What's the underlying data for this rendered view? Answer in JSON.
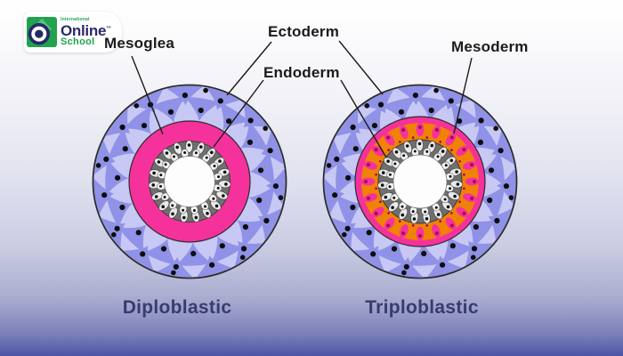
{
  "logo": {
    "brand_top": "International",
    "brand_main": "Online",
    "brand_trademark": "™",
    "brand_sub": "School"
  },
  "labels": {
    "mesoglea": "Mesoglea",
    "ectoderm": "Ectoderm",
    "endoderm": "Endoderm",
    "mesoderm": "Mesoderm"
  },
  "captions": {
    "left": "Diploblastic",
    "right": "Triploblastic"
  },
  "colors": {
    "ectoderm_base": "#c7c8f4",
    "ectoderm_cell": "#8f92e6",
    "cell_dot": "#0d0d0d",
    "mesoglea_pink": "#f5329b",
    "mesoderm_orange": "#f08205",
    "mesoderm_cell_pink": "#f5329b",
    "mesoderm_dot": "#9c0050",
    "endoderm_ring": "#6f6f6f",
    "endoderm_cell": "#e9e9e9",
    "endoderm_cell_inner": "#f5f5f5",
    "cavity_white": "#fdfdfd",
    "outline": "#2b2b2b",
    "leader_line": "#1b1b1b",
    "label_text": "#1b1b1b",
    "caption_text": "#383b6e",
    "logo_green": "#21a24e",
    "logo_green_light": "#5cbd82",
    "logo_navy": "#252a66",
    "background_bottom": "#4d53a4"
  }
}
